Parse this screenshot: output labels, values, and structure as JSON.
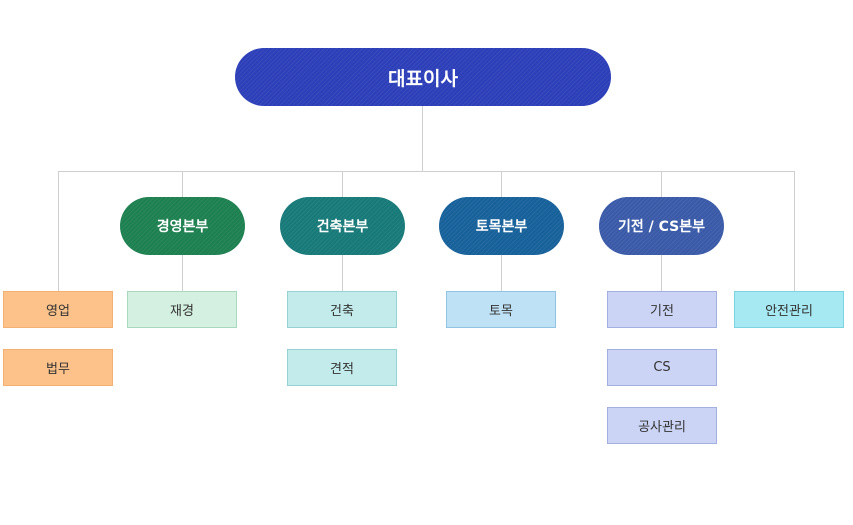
{
  "ceo": {
    "label": "대표이사",
    "color": "#2c3fb8"
  },
  "divisions": [
    {
      "label": "경영본부",
      "color": "#1d8050"
    },
    {
      "label": "건축본부",
      "color": "#177a78"
    },
    {
      "label": "토목본부",
      "color": "#17619a"
    },
    {
      "label": "기전 / CS본부",
      "color": "#3a5aa8"
    }
  ],
  "departments": {
    "sales": "영업",
    "legal": "법무",
    "finance": "재경",
    "architecture": "건축",
    "estimation": "견적",
    "civil": "토목",
    "mep": "기전",
    "cs": "CS",
    "construction_management": "공사관리",
    "safety_management": "안전관리"
  },
  "colors": {
    "orange_box": "#fdc28a",
    "green_box": "#d3f0e1",
    "teal_box": "#c3ebeb",
    "blue_box": "#bfe1f5",
    "lavender_box": "#cbd4f5",
    "cyan_box": "#a6e9f2",
    "connector": "#cfcfcf"
  }
}
